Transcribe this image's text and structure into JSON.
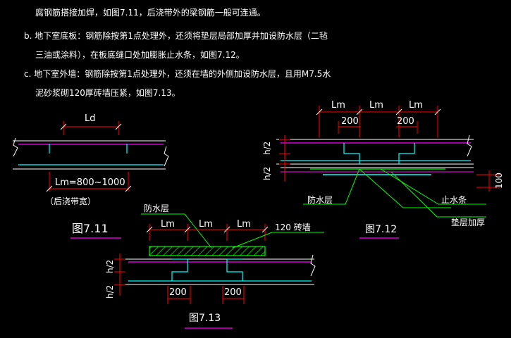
{
  "text": {
    "line1": "腐钢筋搭接加焊，如图7.11，后浇带外的梁钢筋一般可连通。",
    "line2": "b.  地下室底板：钢筋除按第1点处理外，还须将垫层局部加厚并加设防水层（二毡",
    "line3": "三油或涂料），在板底缝口处加膨胀止水条，如图7.12。",
    "line4": "c.  地下室外墙：钢筋除按第1点处理外，还须在墙的外侧加设防水层，且用M7.5水",
    "line5": "泥砂浆砌120厚砖墙压紧，如图7.13。"
  },
  "fig711": {
    "ld": "Ld",
    "lm_range": "Lm=800~1000",
    "note": "（后浇带宽）",
    "caption": "图7.11"
  },
  "fig712": {
    "lm_left": "Lm",
    "lm_mid": "Lm",
    "lm_right": "Lm",
    "dim_left": "200",
    "dim_right": "200",
    "h2_top": "h/2",
    "h2_bottom": "h/2",
    "dim_100": "100",
    "waterproof": "防水层",
    "water_stop": "止水条",
    "cushion": "垫层加厚",
    "caption": "图7.12"
  },
  "fig713": {
    "waterproof": "防水层",
    "lm_left": "Lm",
    "lm_mid": "Lm",
    "lm_right": "Lm",
    "brick": "120 砖墙",
    "h2_top": "h/2",
    "h2_bottom": "h/2",
    "dim_left": "200",
    "dim_right": "200",
    "caption": "图7.13"
  },
  "colors": {
    "background": "#000000",
    "text": "#ffffff",
    "dimension": "#ff0000",
    "rebar": "#ff00ff",
    "concrete": "#00ffff",
    "leader": "#00ff00",
    "caption_underline": "#ff00ff"
  }
}
